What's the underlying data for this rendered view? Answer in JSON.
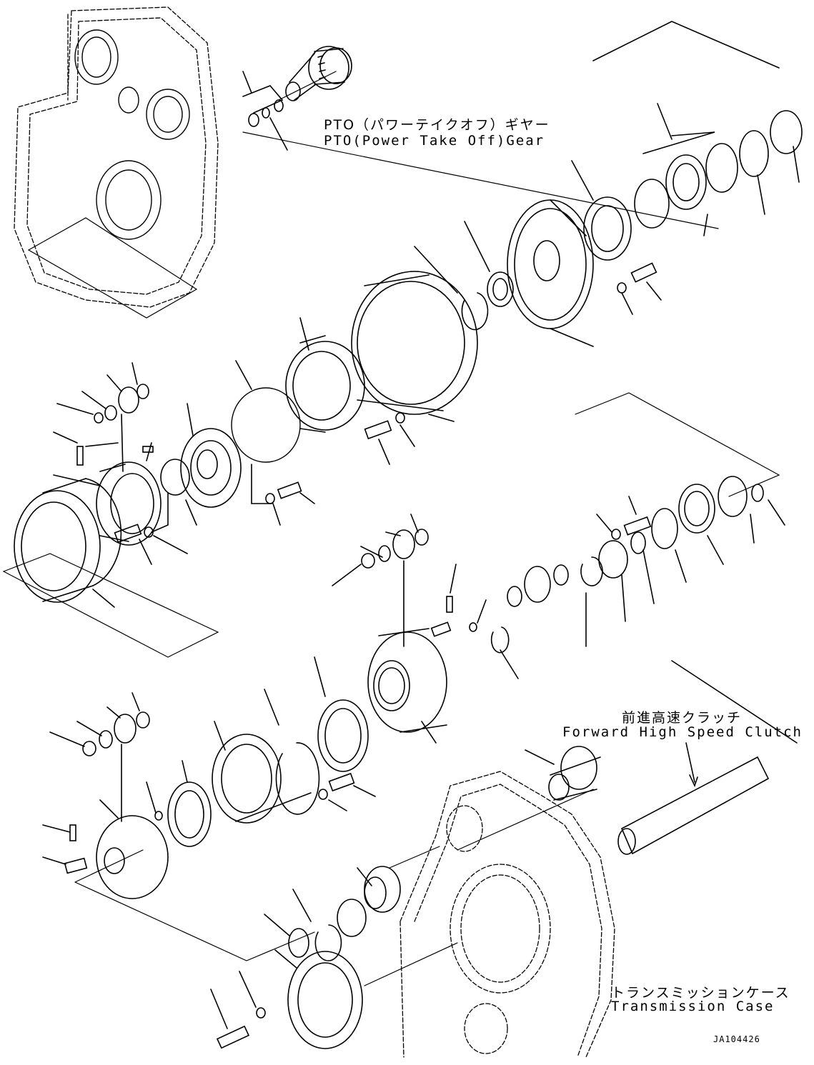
{
  "labels": {
    "pto_jp": "PTO（パワーテイクオフ）ギヤー",
    "pto_en": "PTO(Power Take Off)Gear",
    "fhsc_jp": "前進高速クラッチ",
    "fhsc_en": "Forward High Speed Clutch",
    "case_jp": "トランスミッションケース",
    "case_en": "Transmission Case",
    "drawing_id": "JA104426"
  },
  "colors": {
    "line": "#000000",
    "background": "#ffffff"
  }
}
